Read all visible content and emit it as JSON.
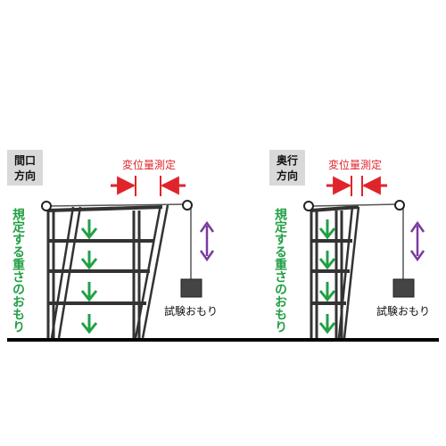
{
  "left_panel": {
    "direction_label": [
      "間口",
      "方向"
    ],
    "measure_label": "変位量測定",
    "load_label": "規定する重さのおもり",
    "weight_label": "試験おもり"
  },
  "right_panel": {
    "direction_label": [
      "奥行",
      "方向"
    ],
    "measure_label": "変位量測定",
    "load_label": "規定する重さのおもり",
    "weight_label": "試験おもり"
  },
  "colors": {
    "measure": "#e0242b",
    "load_arrow": "#21a045",
    "swing_arrow": "#7a3aa0",
    "frame": "#333333",
    "ground": "#000000"
  }
}
